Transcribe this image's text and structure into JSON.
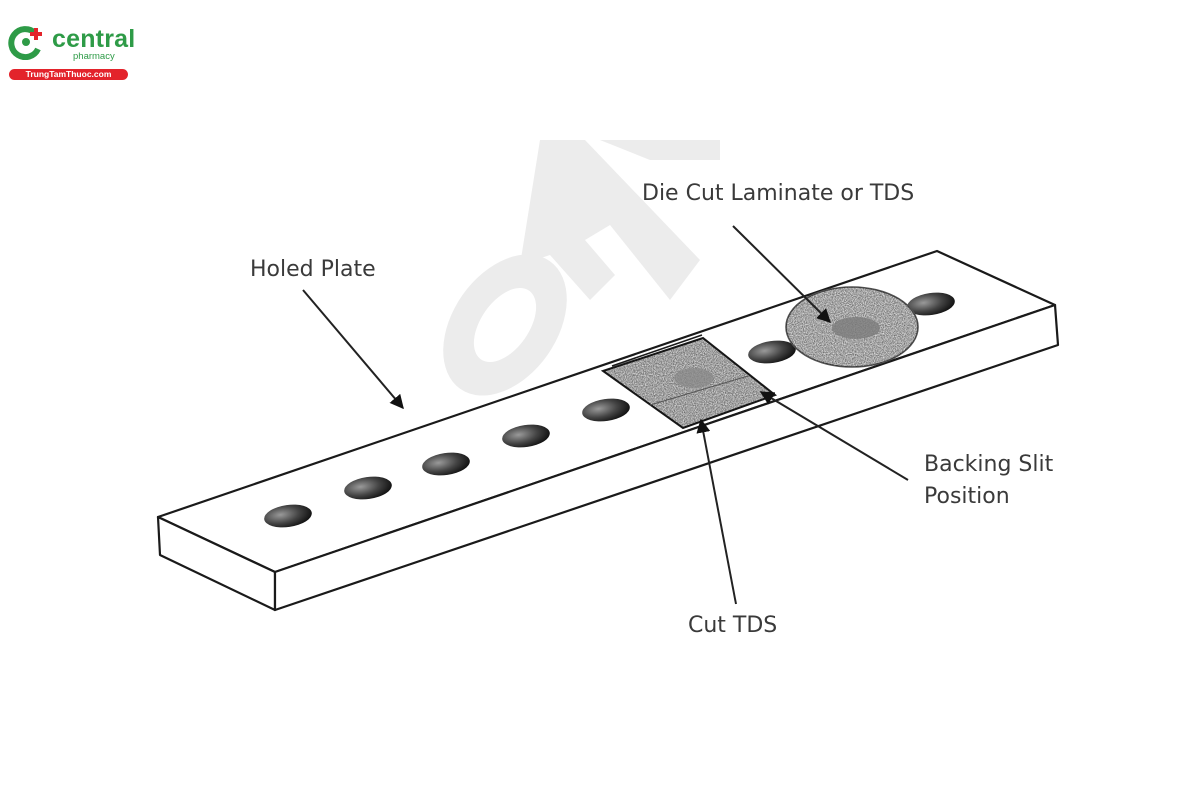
{
  "brand": {
    "name": "central",
    "subtitle": "pharmacy",
    "website": "TrungTamThuoc.com",
    "colors": {
      "green": "#2e9b47",
      "red": "#e3232b"
    }
  },
  "watermark": {
    "text": "OF",
    "color": "#ececec"
  },
  "diagram": {
    "type": "technical illustration",
    "subject": "Holed plate with die-cut transdermal system test positions",
    "labels": {
      "holed_plate": "Holed Plate",
      "die_cut": "Die Cut Laminate or TDS",
      "backing_slit_line1": "Backing Slit",
      "backing_slit_line2": "Position",
      "cut_tds": "Cut TDS"
    },
    "holes_count": 9,
    "colors": {
      "line": "#1a1a1a",
      "label": "#3a3a3a",
      "speckle_fill": "#d8d8d8"
    }
  }
}
